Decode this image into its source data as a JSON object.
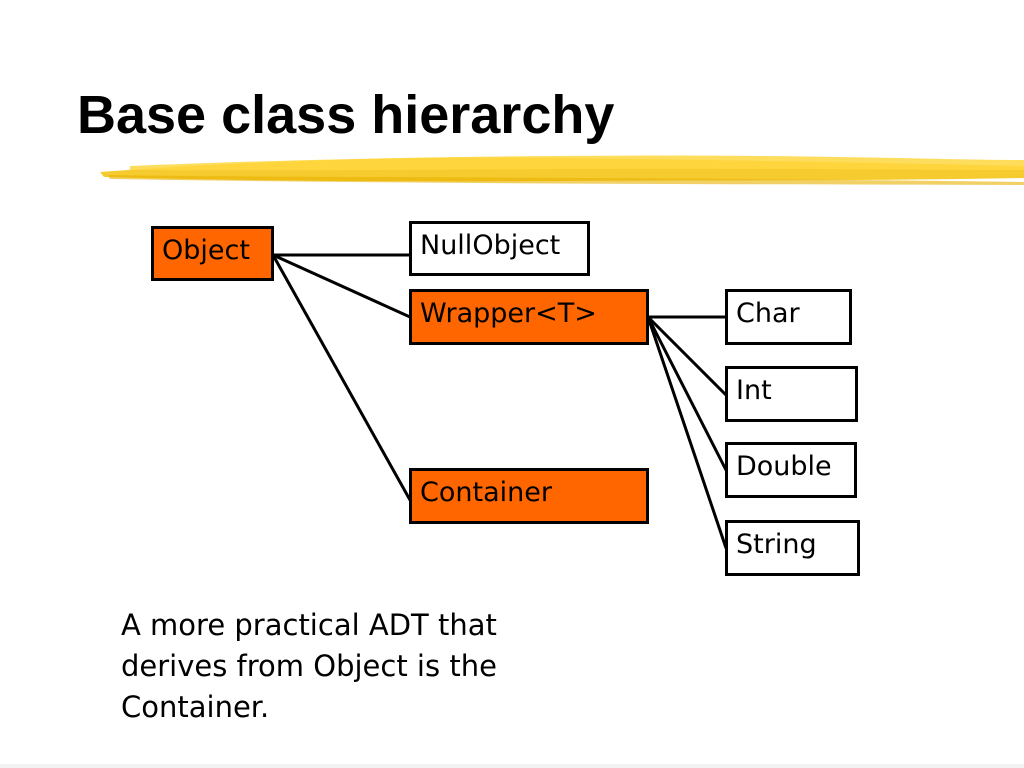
{
  "slide": {
    "title": "Base class hierarchy",
    "caption": "A more practical ADT that derives from Object is the Container."
  },
  "colors": {
    "accent_fill": "#FF6600",
    "plain_fill": "#FFFFFF",
    "outline": "#000000",
    "underline": "#F5C518"
  },
  "diagram": {
    "nodes": {
      "object": {
        "label": "Object",
        "style": "orange"
      },
      "nullobject": {
        "label": "NullObject",
        "style": "white"
      },
      "wrapper": {
        "label": "Wrapper<T>",
        "style": "orange"
      },
      "container": {
        "label": "Container",
        "style": "orange"
      },
      "char": {
        "label": "Char",
        "style": "white"
      },
      "int": {
        "label": "Int",
        "style": "white"
      },
      "double": {
        "label": "Double",
        "style": "white"
      },
      "string": {
        "label": "String",
        "style": "white"
      }
    },
    "edges": [
      {
        "from": "Object",
        "to": "NullObject"
      },
      {
        "from": "Object",
        "to": "Wrapper<T>"
      },
      {
        "from": "Object",
        "to": "Container"
      },
      {
        "from": "Wrapper<T>",
        "to": "Char"
      },
      {
        "from": "Wrapper<T>",
        "to": "Int"
      },
      {
        "from": "Wrapper<T>",
        "to": "Double"
      },
      {
        "from": "Wrapper<T>",
        "to": "String"
      }
    ]
  }
}
